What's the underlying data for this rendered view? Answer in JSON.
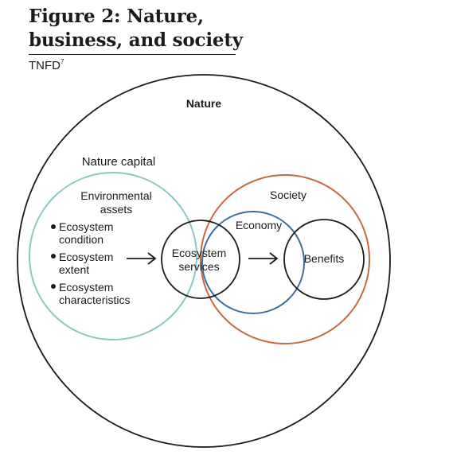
{
  "header": {
    "title_line1": "Figure 2: Nature,",
    "title_line2": "business, and society",
    "source": "TNFD",
    "source_ref": "7"
  },
  "diagram": {
    "nature": "Nature",
    "nature_capital": "Nature capital",
    "environmental_assets_line1": "Environmental",
    "environmental_assets_line2": "assets",
    "bullets": [
      {
        "line1": "Ecosystem",
        "line2": "condition"
      },
      {
        "line1": "Ecosystem",
        "line2": "extent"
      },
      {
        "line1": "Ecosystem",
        "line2": "characteristics"
      }
    ],
    "ecosystem_services_line1": "Ecosystem",
    "ecosystem_services_line2": "services",
    "society": "Society",
    "economy": "Economy",
    "benefits": "Benefits",
    "colors": {
      "outline": "#1b1b1b",
      "environmental_assets": "#8cc7c4",
      "society": "#c8683f",
      "economy": "#3f6e9a"
    }
  }
}
